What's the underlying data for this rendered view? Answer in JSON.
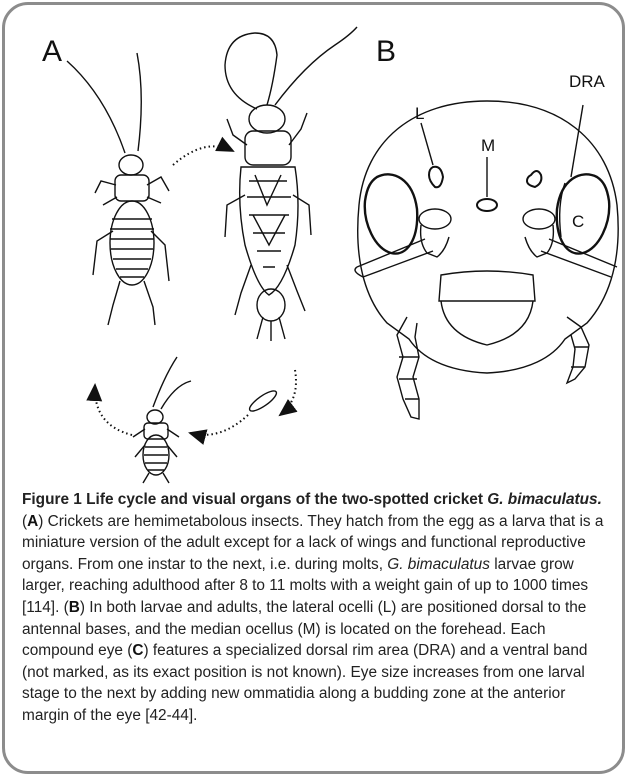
{
  "panels": {
    "a_letter": "A",
    "b_letter": "B",
    "labels": {
      "lateral": "L",
      "median": "M",
      "dra": "DRA",
      "compound": "C"
    }
  },
  "caption": {
    "figure": "Figure 1",
    "title": "Life cycle and visual organs of the two-spotted cricket",
    "species": "G. bimaculatus.",
    "a_ref": "A",
    "b_ref": "B",
    "c_ref": "C",
    "text_1": " (",
    "text_2": ") Crickets are hemimetabolous insects. They hatch from the egg as a larva that is a miniature version of the adult except for a lack of wings and functional reproductive organs. From one instar to the next, i.e. during molts, ",
    "species_inline": "G. bimaculatus",
    "text_3": " larvae grow larger, reaching adulthood after 8 to 11 molts with a weight gain of up to 1000 times [114]. (",
    "text_4": ") In both larvae and adults, the lateral ocelli (L) are positioned dorsal to the antennal bases, and the median ocellus (M) is located on the forehead. Each compound eye (",
    "text_5": ") features a specialized dorsal rim area (DRA) and a ventral band (not marked, as its exact position is not known). Eye size increases from one larval stage to the next by adding new ommatidia along a budding zone at the anterior margin of the eye [42-44]."
  }
}
